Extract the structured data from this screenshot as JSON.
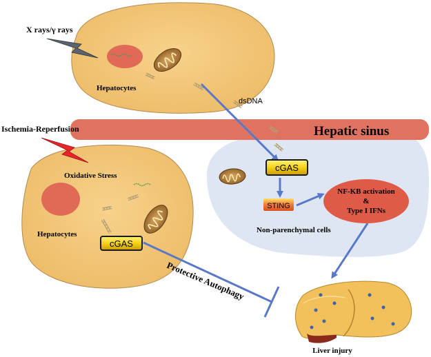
{
  "labels": {
    "xrays": "X rays/γ rays",
    "ischemia": "Ischemia-Reperfusion",
    "hepatocytes_top": "Hepatocytes",
    "hepatocytes_bottom": "Hepatocytes",
    "dsdna": "dsDNA",
    "hepatic_sinus": "Hepatic sinus",
    "oxidative_stress": "Oxidative Stress",
    "cgas_top": "cGAS",
    "cgas_bottom": "cGAS",
    "sting": "STING",
    "nfkb_line1": "NF-KB activation",
    "nfkb_line2": "&",
    "nfkb_line3": "Type I IFNs",
    "non_parenchymal": "Non-parenchymal cells",
    "protective_autophagy": "Protective Autophagy",
    "liver_injury": "Liver injury"
  },
  "colors": {
    "cell_fill": "#f2c779",
    "cell_stroke": "#b08a50",
    "nucleus": "#e06a55",
    "sinus_band": "#e0735f",
    "npc_region": "#dde6f2",
    "arrow": "#5a78c8",
    "cgas_fill": "#f5d21a",
    "nfkb_fill": "#e05a48",
    "lightning_gray": "#5a6470",
    "lightning_red": "#e8262a",
    "liver": "#f2c15c"
  }
}
